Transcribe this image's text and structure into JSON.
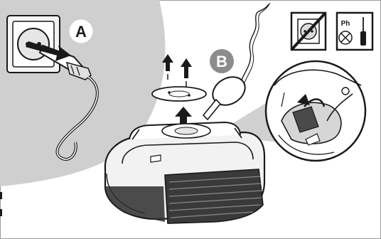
{
  "steps": [
    {
      "label": "A"
    },
    {
      "label": "B"
    }
  ],
  "tool_icon": {
    "label": "Ph",
    "icon": "phillips-screwdriver-icon"
  },
  "warning_icon": {
    "icon": "no-power-socket-icon"
  },
  "colors": {
    "background": "#ffffff",
    "unplug_panel": "#cfcfcf",
    "badge_a_fill": "#ffffff",
    "badge_b_fill": "#8c8c8c",
    "line": "#1a1a1a",
    "robot_body": "#f2f2f2",
    "track": "#3a3a3a",
    "zoom_beam": "#bdbdbd"
  }
}
